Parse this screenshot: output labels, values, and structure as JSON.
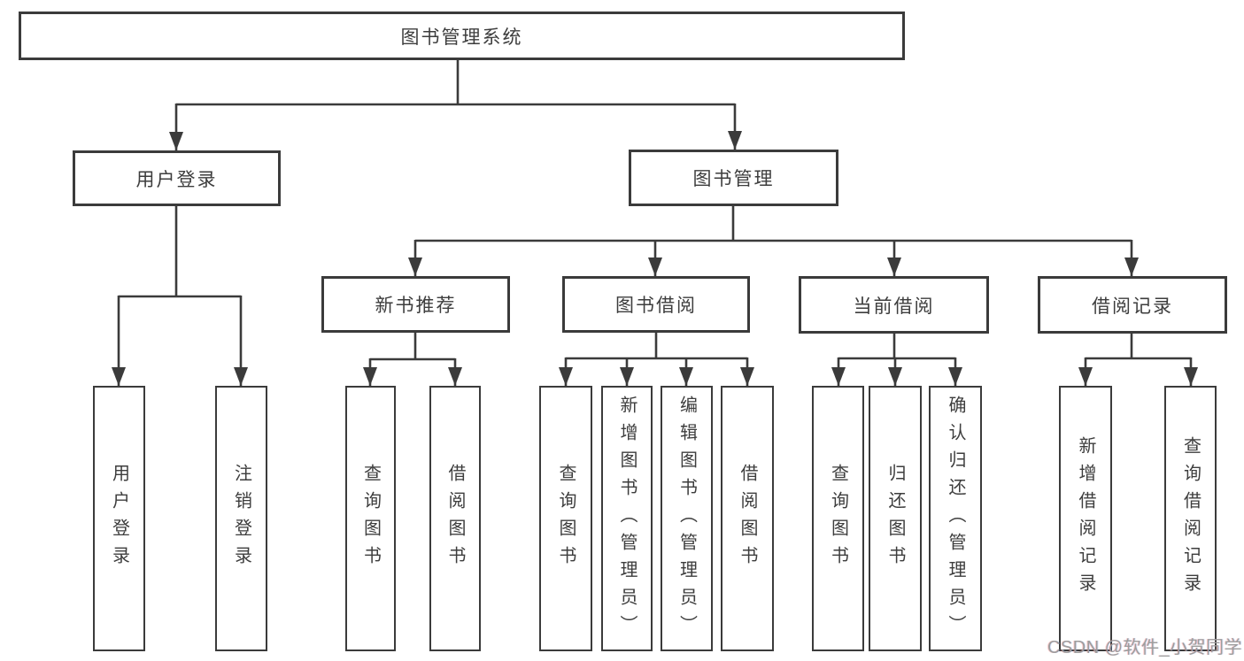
{
  "diagram": {
    "title": "图书管理系统",
    "root": {
      "label": "图书管理系统"
    },
    "level1": [
      {
        "id": "user-login",
        "label": "用户登录"
      },
      {
        "id": "book-management",
        "label": "图书管理"
      }
    ],
    "level2": [
      {
        "id": "new-book-recommendation",
        "label": "新书推荐"
      },
      {
        "id": "book-borrowing",
        "label": "图书借阅"
      },
      {
        "id": "current-borrowing",
        "label": "当前借阅"
      },
      {
        "id": "borrowing-records",
        "label": "借阅记录"
      }
    ],
    "leaves": [
      {
        "id": "user-login-leaf",
        "label": "用户登录",
        "parent": "user-login"
      },
      {
        "id": "logout-leaf",
        "label": "注销登录",
        "parent": "user-login"
      },
      {
        "id": "query-books-recommend",
        "label": "查询图书",
        "parent": "new-book-recommendation"
      },
      {
        "id": "borrow-books-recommend",
        "label": "借阅图书",
        "parent": "new-book-recommendation"
      },
      {
        "id": "query-books-borrowing",
        "label": "查询图书",
        "parent": "book-borrowing"
      },
      {
        "id": "add-books-admin",
        "label": "新增图书（管理员）",
        "parent": "book-borrowing"
      },
      {
        "id": "edit-books-admin",
        "label": "编辑图书（管理员）",
        "parent": "book-borrowing"
      },
      {
        "id": "borrow-books-borrowing",
        "label": "借阅图书",
        "parent": "book-borrowing"
      },
      {
        "id": "query-books-current",
        "label": "查询图书",
        "parent": "current-borrowing"
      },
      {
        "id": "return-books",
        "label": "归还图书",
        "parent": "current-borrowing"
      },
      {
        "id": "confirm-return-admin",
        "label": "确认归还（管理员）",
        "parent": "current-borrowing"
      },
      {
        "id": "add-borrow-record",
        "label": "新增借阅记录",
        "parent": "borrowing-records"
      },
      {
        "id": "query-borrow-record",
        "label": "查询借阅记录",
        "parent": "borrowing-records"
      }
    ],
    "watermark": "CSDN @软件_小贺同学",
    "colors": {
      "line": "#3b3b3b",
      "box_border": "#3b3b3b",
      "text": "#3d3d3d",
      "watermark": "#9d9d9d",
      "background": "#ffffff"
    }
  }
}
